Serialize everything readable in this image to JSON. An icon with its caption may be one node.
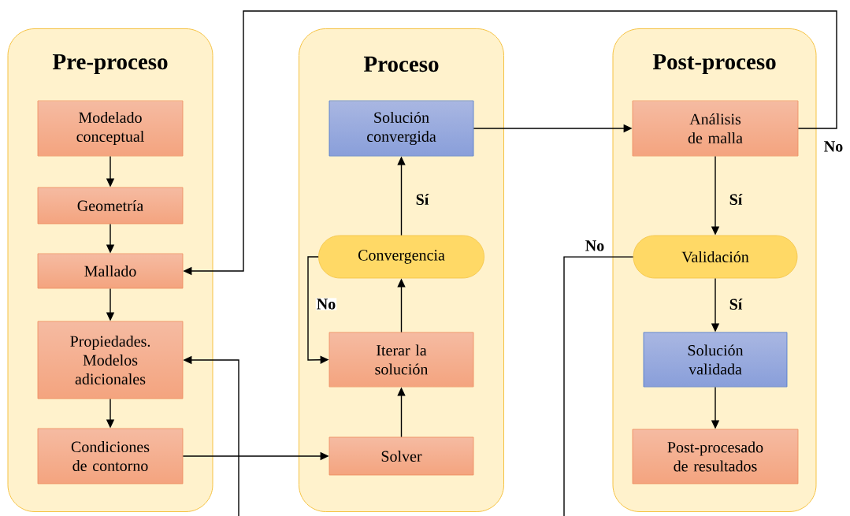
{
  "diagram": {
    "nodes": [
      {
        "text": [
          "Pre-proceso"
        ]
      },
      {
        "text": [
          "Proceso"
        ]
      },
      {
        "text": [
          "Post-proceso"
        ]
      },
      {
        "text": [
          "Modelado conceptual"
        ],
        "in": 0
      },
      {
        "text": [
          "Geometría"
        ],
        "in": 0
      },
      {
        "text": [
          "Mallado"
        ],
        "in": 0
      },
      {
        "text": [
          "Propiedades. Modelos adicionales"
        ],
        "in": 0
      },
      {
        "text": [
          "Condiciones de contorno"
        ],
        "in": 0
      },
      {
        "text": [
          "Solución convergida"
        ],
        "in": 1
      },
      {
        "text": [
          "Convergencia"
        ],
        "in": 1
      },
      {
        "text": [
          "Iterar la solución"
        ],
        "in": 1
      },
      {
        "text": [
          "Solver"
        ],
        "in": 1
      },
      {
        "text": [
          "Análisis de malla"
        ],
        "in": 2
      },
      {
        "text": [
          "Validación"
        ],
        "in": 2
      },
      {
        "text": [
          "Solución validada"
        ],
        "in": 2
      },
      {
        "text": [
          "Post-procesado de resultados"
        ],
        "in": 2
      }
    ],
    "edges": [
      {
        "from": 3,
        "to": 4,
        "arrow": "to"
      },
      {
        "from": 4,
        "to": 5,
        "arrow": "to"
      },
      {
        "from": 5,
        "to": 6,
        "arrow": "to"
      },
      {
        "from": 6,
        "to": 7,
        "arrow": "to"
      },
      {
        "from": 7,
        "to": 11,
        "arrow": "to"
      },
      {
        "from": 11,
        "to": 10,
        "arrow": "to"
      },
      {
        "from": 10,
        "to": 9,
        "arrow": "to"
      },
      {
        "from": 9,
        "to": 8,
        "arrow": "to",
        "label": "Sí"
      },
      {
        "from": 9,
        "to": 10,
        "arrow": "to",
        "label": "No"
      },
      {
        "from": 8,
        "to": 12,
        "arrow": "to"
      },
      {
        "from": 12,
        "to": 5,
        "arrow": "to",
        "label": "No"
      },
      {
        "from": 12,
        "to": 13,
        "arrow": "to",
        "label": "Sí"
      },
      {
        "from": 13,
        "to": 14,
        "arrow": "to",
        "label": "Sí"
      },
      {
        "from": 14,
        "to": 15,
        "arrow": "to"
      },
      {
        "from": 13,
        "to": null,
        "arrow": "none",
        "label": "No"
      },
      {
        "from": null,
        "to": 6,
        "arrow": "to"
      }
    ]
  }
}
